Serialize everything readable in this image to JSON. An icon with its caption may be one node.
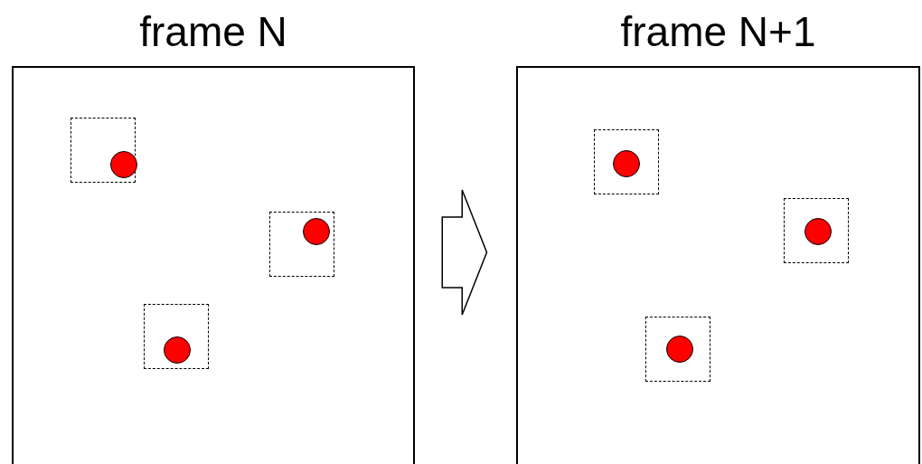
{
  "diagram": {
    "nodes": [
      {
        "text": [
          "frame N"
        ]
      },
      {
        "text": [],
        "shape": "box",
        "in": 0
      },
      {
        "text": [],
        "shape": "circle",
        "in": 1
      },
      {
        "text": [],
        "shape": "box",
        "in": 0
      },
      {
        "text": [],
        "shape": "circle",
        "in": 3
      },
      {
        "text": [],
        "shape": "box",
        "in": 0
      },
      {
        "text": [],
        "shape": "circle",
        "in": 5
      },
      {
        "text": [
          "frame N+1"
        ]
      },
      {
        "text": [],
        "shape": "box",
        "in": 7
      },
      {
        "text": [],
        "shape": "circle",
        "in": 8
      },
      {
        "text": [],
        "shape": "box",
        "in": 7
      },
      {
        "text": [],
        "shape": "circle",
        "in": 10
      },
      {
        "text": [],
        "shape": "box",
        "in": 7
      },
      {
        "text": [],
        "shape": "circle",
        "in": 12
      }
    ],
    "edges": [
      {
        "from": 0,
        "to": 7,
        "arrow": "to"
      }
    ]
  }
}
